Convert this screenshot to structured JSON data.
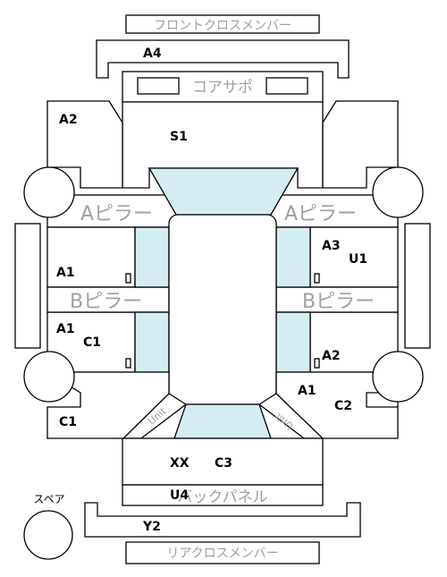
{
  "parts": {
    "front_cross_member": "フロントクロスメンバー",
    "core_support": "コアサポ",
    "a_pillar": "Aピラー",
    "b_pillar": "Bピラー",
    "back_panel": "バックパネル",
    "rear_cross_member": "リアクロスメンバー",
    "spare": "スペア",
    "unit": "Unit"
  },
  "codes": {
    "a4": "A4",
    "a2_top": "A2",
    "s1": "S1",
    "a1_left_upper": "A1",
    "a1_left_lower": "A1",
    "c1_left_lower": "C1",
    "c1_bottom": "C1",
    "a3": "A3",
    "u1": "U1",
    "a2_right": "A2",
    "a1_right": "A1",
    "c2": "C2",
    "xx": "XX",
    "c3": "C3",
    "u4": "U4",
    "y2": "Y2"
  }
}
